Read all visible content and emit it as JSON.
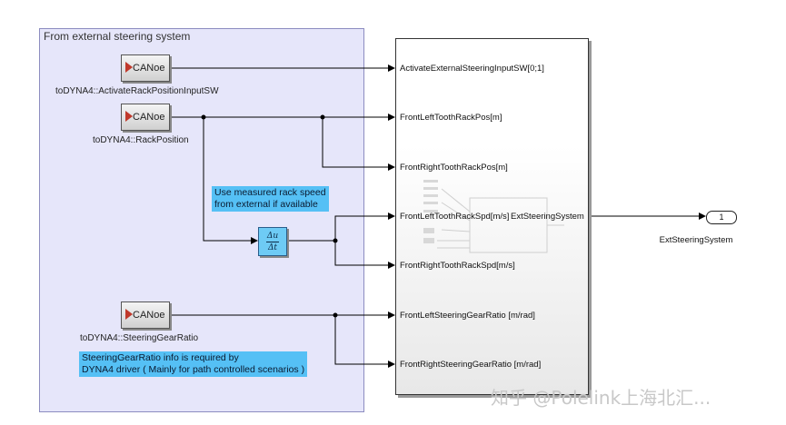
{
  "area": {
    "title": "From external steering system"
  },
  "blocks": {
    "canoe_label": "CANoe",
    "activate": {
      "label": "toDYNA4::ActivateRackPositionInputSW"
    },
    "rack_position": {
      "label": "toDYNA4::RackPosition"
    },
    "gear_ratio": {
      "label": "toDYNA4::SteeringGearRatio"
    },
    "derivative": {
      "num": "Δu",
      "den": "Δt"
    }
  },
  "annotations": {
    "rack_speed": [
      "Use measured rack speed",
      "from external if available"
    ],
    "gear_ratio": [
      "SteeringGearRatio info is required by",
      "DYNA4 driver ( Mainly for path controlled scenarios )"
    ]
  },
  "subsystem": {
    "name": "ExtSteeringSystem",
    "ports": [
      "ActivateExternalSteeringInputSW[0;1]",
      "FrontLeftToothRackPos[m]",
      "FrontRightToothRackPos[m]",
      "FrontLeftToothRackSpd[m/s]",
      "FrontRightToothRackSpd[m/s]",
      "FrontLeftSteeringGearRatio [m/rad]",
      "FrontRightSteeringGearRatio [m/rad]"
    ]
  },
  "outport": {
    "number": "1",
    "name": "ExtSteeringSystem"
  },
  "watermark": "知乎 @Polelink上海北汇..."
}
